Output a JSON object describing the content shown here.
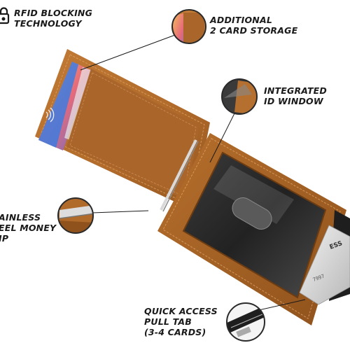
{
  "labels": {
    "rfid": [
      "RFID BLOCKING",
      "TECHNOLOGY"
    ],
    "additional": [
      "ADDITIONAL",
      "2 CARD STORAGE"
    ],
    "id_window": [
      "INTEGRATED",
      "ID WINDOW"
    ],
    "money_clip": [
      "AINLESS",
      "EEL MONEY",
      "IP"
    ],
    "pull_tab": [
      "QUICK ACCESS",
      "PULL TAB",
      "(3-4 CARDS)"
    ]
  },
  "card_text": {
    "brand": "ESS",
    "number": "7997"
  },
  "colors": {
    "leather": "#b56f2e",
    "leather_dark": "#8a4f1c",
    "label_text": "#1a1a1a",
    "callout_ring": "#2a2a2a"
  },
  "icons": [
    "lock-icon",
    "contactless-icon"
  ]
}
